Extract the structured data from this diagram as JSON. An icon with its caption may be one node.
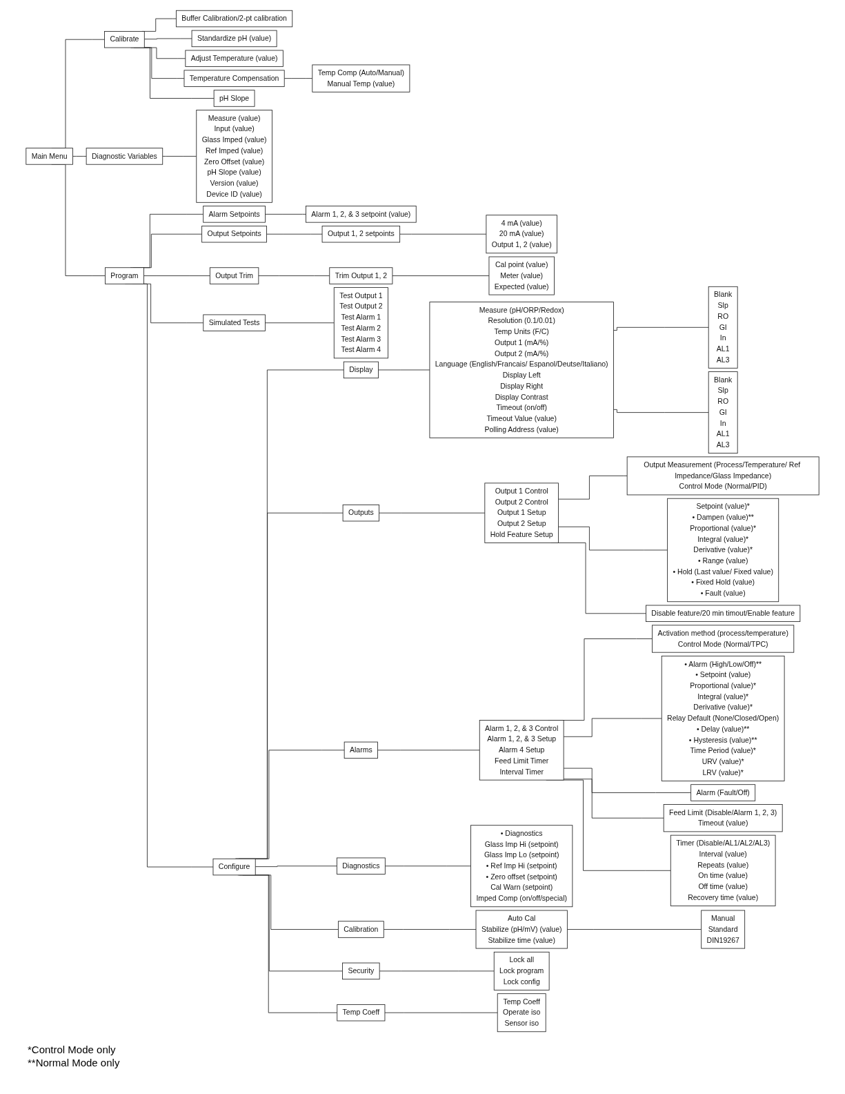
{
  "diagram": {
    "nodes": [
      {
        "text": [
          "Main Menu"
        ]
      },
      {
        "text": [
          "Calibrate"
        ]
      },
      {
        "text": [
          "Buffer Calibration/2-pt calibration"
        ]
      },
      {
        "text": [
          "Standardize pH (value)"
        ]
      },
      {
        "text": [
          "Adjust Temperature (value)"
        ]
      },
      {
        "text": [
          "Temperature Compensation"
        ]
      },
      {
        "text": [
          "Temp Comp (Auto/Manual)",
          "Manual Temp (value)"
        ]
      },
      {
        "text": [
          "pH Slope"
        ]
      },
      {
        "text": [
          "Diagnostic Variables"
        ]
      },
      {
        "text": [
          "Measure (value)",
          "Input (value)",
          "Glass Imped (value)",
          "Ref Imped (value)",
          "Zero Offset (value)",
          "pH Slope (value)",
          "Version (value)",
          "Device ID (value)"
        ]
      },
      {
        "text": [
          "Program"
        ]
      },
      {
        "text": [
          "Alarm Setpoints"
        ]
      },
      {
        "text": [
          "Alarm 1, 2, & 3 setpoint (value)"
        ]
      },
      {
        "text": [
          "Output Setpoints"
        ]
      },
      {
        "text": [
          "Output 1, 2 setpoints"
        ]
      },
      {
        "text": [
          "4 mA (value)",
          "20 mA (value)",
          "Output 1, 2 (value)"
        ]
      },
      {
        "text": [
          "Output Trim"
        ]
      },
      {
        "text": [
          "Trim Output 1, 2"
        ]
      },
      {
        "text": [
          "Cal point (value)",
          "Meter (value)",
          "Expected (value)"
        ]
      },
      {
        "text": [
          "Simulated Tests"
        ]
      },
      {
        "text": [
          "Test Output 1",
          "Test Output 2",
          "Test Alarm 1",
          "Test Alarm 2",
          "Test Alarm 3",
          "Test Alarm 4"
        ]
      },
      {
        "text": [
          "Configure"
        ]
      },
      {
        "text": [
          "Display"
        ]
      },
      {
        "text": [
          "Measure (pH/ORP/Redox)",
          "Resolution (0.1/0.01)",
          "Temp Units (F/C)",
          "Output 1 (mA/%)",
          "Output 2 (mA/%)",
          "Language (English/Francais/ Espanol/Deutse/Italiano)",
          "Display Left",
          "Display Right",
          "Display Contrast",
          "Timeout (on/off)",
          "Timeout Value (value)",
          "Polling Address (value)"
        ]
      },
      {
        "text": [
          "Blank",
          "Slp",
          "RO",
          "GI",
          "In",
          "AL1",
          "AL3"
        ]
      },
      {
        "text": [
          "Blank",
          "Slp",
          "RO",
          "GI",
          "In",
          "AL1",
          "AL3"
        ]
      },
      {
        "text": [
          "Outputs"
        ]
      },
      {
        "text": [
          "Output 1 Control",
          "Output 2 Control",
          "Output 1 Setup",
          "Output 2 Setup",
          "Hold Feature Setup"
        ]
      },
      {
        "text": [
          "Output Measurement (Process/Temperature/ Ref Impedance/Glass Impedance)",
          "Control Mode (Normal/PID)"
        ]
      },
      {
        "text": [
          "Setpoint (value)*",
          "• Dampen (value)**",
          "Proportional (value)*",
          "Integral (value)*",
          "Derivative (value)*",
          "• Range (value)",
          "• Hold (Last value/ Fixed value)",
          "• Fixed Hold (value)",
          "• Fault (value)"
        ]
      },
      {
        "text": [
          "Disable feature/20 min timout/Enable feature"
        ]
      },
      {
        "text": [
          "Alarms"
        ]
      },
      {
        "text": [
          "Alarm 1, 2, & 3 Control",
          "Alarm 1, 2, & 3 Setup",
          "Alarm 4 Setup",
          "Feed Limit Timer",
          "Interval Timer"
        ]
      },
      {
        "text": [
          "Activation method (process/temperature)",
          "Control Mode (Normal/TPC)"
        ]
      },
      {
        "text": [
          "• Alarm (High/Low/Off)**",
          "• Setpoint (value)",
          "Proportional (value)*",
          "Integral (value)*",
          "Derivative (value)*",
          "Relay Default (None/Closed/Open)",
          "• Delay (value)**",
          "• Hysteresis (value)**",
          "Time Period (value)*",
          "URV (value)*",
          "LRV (value)*"
        ]
      },
      {
        "text": [
          "Alarm (Fault/Off)"
        ]
      },
      {
        "text": [
          "Feed Limit (Disable/Alarm 1, 2, 3)",
          "Timeout (value)"
        ]
      },
      {
        "text": [
          "Timer (Disable/AL1/AL2/AL3)",
          "Interval (value)",
          "Repeats (value)",
          "On time (value)",
          "Off time (value)",
          "Recovery time (value)"
        ]
      },
      {
        "text": [
          "Diagnostics"
        ]
      },
      {
        "text": [
          "• Diagnostics",
          "Glass Imp Hi (setpoint)",
          "Glass Imp Lo (setpoint)",
          "• Ref Imp Hi (setpoint)",
          "• Zero offset (setpoint)",
          "Cal Warn (setpoint)",
          "Imped Comp (on/off/special)"
        ]
      },
      {
        "text": [
          "Calibration"
        ]
      },
      {
        "text": [
          "Auto Cal",
          "Stabilize (pH/mV) (value)",
          "Stabilize time (value)"
        ]
      },
      {
        "text": [
          "Manual",
          "Standard",
          "DIN19267"
        ]
      },
      {
        "text": [
          "Security"
        ]
      },
      {
        "text": [
          "Lock all",
          "Lock program",
          "Lock config"
        ]
      },
      {
        "text": [
          "Temp Coeff"
        ]
      },
      {
        "text": [
          "Temp Coeff",
          "Operate iso",
          "Sensor iso"
        ]
      }
    ],
    "edges": [
      {
        "from": 0,
        "to": 1,
        "arrow": "none"
      },
      {
        "from": 1,
        "to": 2,
        "arrow": "none"
      },
      {
        "from": 1,
        "to": 3,
        "arrow": "none"
      },
      {
        "from": 1,
        "to": 4,
        "arrow": "none"
      },
      {
        "from": 1,
        "to": 5,
        "arrow": "none"
      },
      {
        "from": 5,
        "to": 6,
        "arrow": "none"
      },
      {
        "from": 1,
        "to": 7,
        "arrow": "none"
      },
      {
        "from": 0,
        "to": 8,
        "arrow": "none"
      },
      {
        "from": 8,
        "to": 9,
        "arrow": "none"
      },
      {
        "from": 0,
        "to": 10,
        "arrow": "none"
      },
      {
        "from": 10,
        "to": 11,
        "arrow": "none"
      },
      {
        "from": 11,
        "to": 12,
        "arrow": "none"
      },
      {
        "from": 10,
        "to": 13,
        "arrow": "none"
      },
      {
        "from": 13,
        "to": 14,
        "arrow": "none"
      },
      {
        "from": 14,
        "to": 15,
        "arrow": "none"
      },
      {
        "from": 10,
        "to": 16,
        "arrow": "none"
      },
      {
        "from": 16,
        "to": 17,
        "arrow": "none"
      },
      {
        "from": 17,
        "to": 18,
        "arrow": "none"
      },
      {
        "from": 10,
        "to": 19,
        "arrow": "none"
      },
      {
        "from": 19,
        "to": 20,
        "arrow": "none"
      },
      {
        "from": 10,
        "to": 21,
        "arrow": "none"
      },
      {
        "from": 21,
        "to": 22,
        "arrow": "none"
      },
      {
        "from": 22,
        "to": 23,
        "arrow": "none"
      },
      {
        "from": 23,
        "to": 24,
        "arrow": "none"
      },
      {
        "from": 23,
        "to": 25,
        "arrow": "none"
      },
      {
        "from": 21,
        "to": 26,
        "arrow": "none"
      },
      {
        "from": 26,
        "to": 27,
        "arrow": "none"
      },
      {
        "from": 27,
        "to": 28,
        "arrow": "none"
      },
      {
        "from": 27,
        "to": 29,
        "arrow": "none"
      },
      {
        "from": 27,
        "to": 30,
        "arrow": "none"
      },
      {
        "from": 21,
        "to": 31,
        "arrow": "none"
      },
      {
        "from": 31,
        "to": 32,
        "arrow": "none"
      },
      {
        "from": 32,
        "to": 33,
        "arrow": "none"
      },
      {
        "from": 32,
        "to": 34,
        "arrow": "none"
      },
      {
        "from": 32,
        "to": 35,
        "arrow": "none"
      },
      {
        "from": 32,
        "to": 36,
        "arrow": "none"
      },
      {
        "from": 32,
        "to": 37,
        "arrow": "none"
      },
      {
        "from": 21,
        "to": 38,
        "arrow": "none"
      },
      {
        "from": 38,
        "to": 39,
        "arrow": "none"
      },
      {
        "from": 21,
        "to": 40,
        "arrow": "none"
      },
      {
        "from": 40,
        "to": 41,
        "arrow": "none"
      },
      {
        "from": 41,
        "to": 42,
        "arrow": "none"
      },
      {
        "from": 21,
        "to": 43,
        "arrow": "none"
      },
      {
        "from": 43,
        "to": 44,
        "arrow": "none"
      },
      {
        "from": 21,
        "to": 45,
        "arrow": "none"
      },
      {
        "from": 45,
        "to": 46,
        "arrow": "none"
      }
    ],
    "labels": [
      "*Control Mode only",
      "**Normal Mode only"
    ]
  }
}
